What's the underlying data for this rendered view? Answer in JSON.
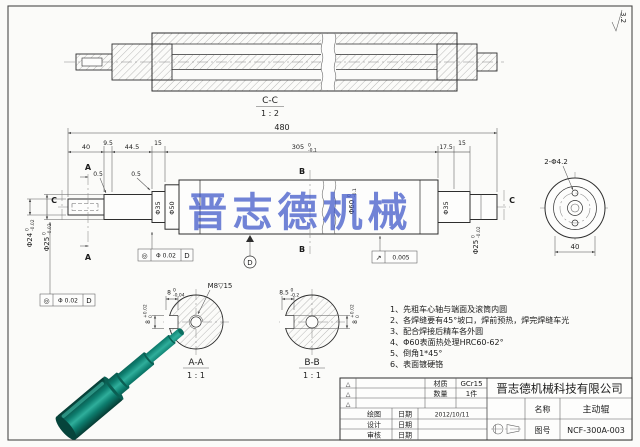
{
  "watermark": "晋志德机械",
  "surface_roughness": "3.2",
  "labels": {
    "cc": "C-C",
    "cc_scale": "1 : 2",
    "aa": "A-A",
    "bb": "B-B",
    "scale_11": "1 : 1",
    "cut_a": "A",
    "cut_b": "B",
    "cut_c": "C",
    "datum_d": "D"
  },
  "dims": {
    "total": "480",
    "seg_40": "40",
    "seg_9_5": "9.5",
    "seg_44_5": "44.5",
    "seg_15": "15",
    "seg_305": "305",
    "seg_17_5": "17.5",
    "seg_15r": "15",
    "chamfer": "0.5",
    "dia24": "Φ24",
    "dia25": "Φ25",
    "dia35": "Φ35",
    "dia50": "Φ50",
    "dia60": "Φ60",
    "tol_0": "0",
    "tol_m002": "-0.02",
    "tol_m01": "-0.1",
    "end_dia": "40",
    "holes": "2-Φ4.2",
    "key_w": "8",
    "key_w_tol_up": "+0.02",
    "key_w_tol_dn": "0",
    "key_d": "8",
    "key_d_tol_up": "0",
    "key_d_tol_dn": "-0.04",
    "key_d2": "8.5",
    "key_d2_tol_up": "0",
    "key_d2_tol_dn": "-0.2",
    "thread": "M8▽15"
  },
  "gdt": {
    "concentricity_sym": "◎",
    "concentricity_val": "Φ 0.02",
    "datum": "D",
    "runout_sym": "↗",
    "runout_val": "0.005"
  },
  "notes": [
    "1、先粗车心轴与端面及滚筒内圆",
    "2、各焊缝要有45°坡口，焊前预热，焊完焊缝车光",
    "3、配合焊接后精车各外圆",
    "4、Φ60表面热处理HRC60-62°",
    "5、倒角1*45°",
    "6、表面镀硬铬"
  ],
  "title_block": {
    "company": "晋志德机械科技有限公司",
    "material_label": "材质",
    "material": "GCr15",
    "qty_label": "数量",
    "qty": "1件",
    "name_label": "名称",
    "name": "主动辊",
    "drawing_no_label": "图号",
    "drawing_no": "NCF-300A-003",
    "draw_label": "绘图",
    "design_label": "设计",
    "check_label": "审核",
    "date_label": "日期",
    "draw_date": "2012/10/11",
    "rev_mark": "△"
  }
}
